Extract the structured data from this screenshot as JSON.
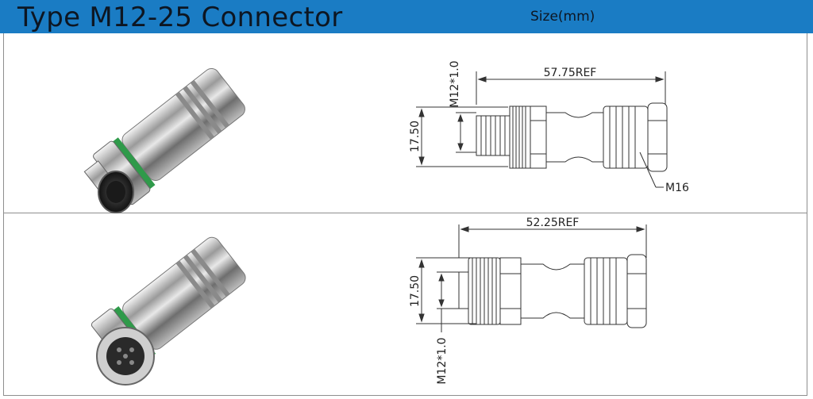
{
  "header": {
    "title": "Type M12-25 Connector",
    "size_label": "Size(mm)"
  },
  "rows": [
    {
      "variant": "male",
      "photo_icon": "male-connector-photo",
      "drawing": {
        "length_label": "57.75REF",
        "diameter_label": "17.50",
        "thread_label": "M12*1.0",
        "cable_thread_label": "M16"
      }
    },
    {
      "variant": "female",
      "photo_icon": "female-connector-photo",
      "drawing": {
        "length_label": "52.25REF",
        "diameter_label": "17.50",
        "thread_label": "M12*1.0"
      }
    }
  ],
  "colors": {
    "header_bg": "#1a7cc4",
    "border": "#8e8e8e",
    "seal_ring": "#2f9a4a"
  }
}
